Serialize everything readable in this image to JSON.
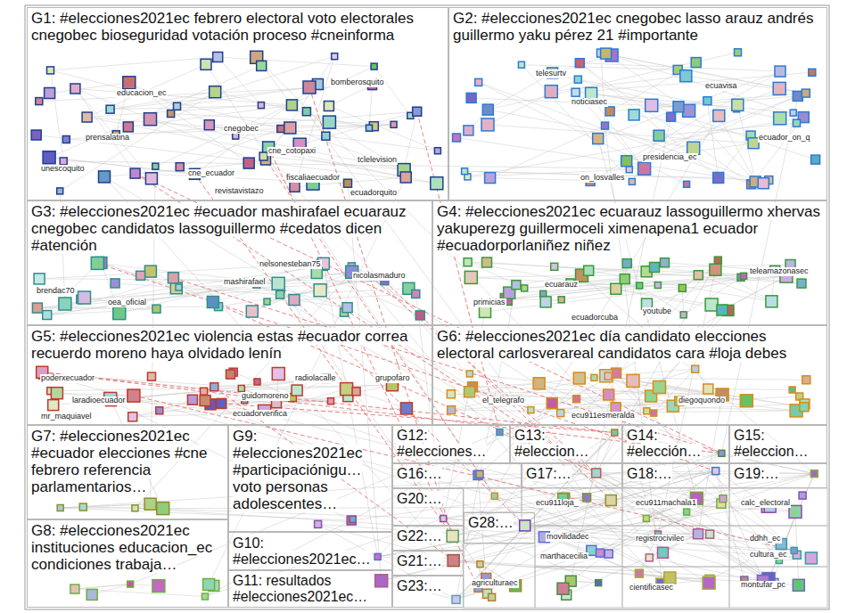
{
  "diagram": {
    "nodes": [
      {
        "text": [
          "G1: #elecciones2021ec febrero electoral voto electorales cnegobec bioseguridad votación proceso #cneinforma"
        ]
      },
      {
        "text": [
          "G2: #elecciones2021ec cnegobec lasso arauz andrés guillermo yaku pérez 21 #importante"
        ]
      },
      {
        "text": [
          "G3: #elecciones2021ec #ecuador mashirafael ecuarauz cnegobec candidatos lassoguillermo #cedatos dicen #atención"
        ]
      },
      {
        "text": [
          "G4: #elecciones2021ec ecuarauz lassoguillermo xhervas yakuperezg guillermoceli ximenapena1 ecuador #ecuadorporlaniñez niñez"
        ]
      },
      {
        "text": [
          "G5: #elecciones2021ec violencia estas #ecuador correa recuerdo moreno haya olvidado lenín"
        ]
      },
      {
        "text": [
          "G6: #elecciones2021ec día candidato elecciones electoral carlosverareal candidatos cara #loja debes"
        ]
      },
      {
        "text": [
          "G7: #elecciones2021ec #ecuador elecciones #cne febrero referencia parlamentarios…"
        ]
      },
      {
        "text": [
          "G8: #elecciones2021ec instituciones educacion_ec condiciones trabaja…"
        ]
      },
      {
        "text": [
          "G9: #elecciones2021ec #participaciónigu… voto personas adolescentes…"
        ]
      },
      {
        "text": [
          "G10: #elecciones2021ec…"
        ]
      },
      {
        "text": [
          "G11: resultados #elecciones2021ec…"
        ]
      },
      {
        "text": [
          "G12: #elecciones…"
        ]
      },
      {
        "text": [
          "G13: #eleccion…"
        ]
      },
      {
        "text": [
          "G14: #elección…"
        ]
      },
      {
        "text": [
          "G15: #eleccion…"
        ]
      },
      {
        "text": [
          "G16:…"
        ]
      },
      {
        "text": [
          "G17:…"
        ]
      },
      {
        "text": [
          "G18:…"
        ]
      },
      {
        "text": [
          "G19:…"
        ]
      },
      {
        "text": [
          "G20:…"
        ]
      },
      {
        "text": [
          "G22:…"
        ]
      },
      {
        "text": [
          "G21:…"
        ]
      },
      {
        "text": [
          "G23:…"
        ]
      },
      {
        "text": [
          "G28:…"
        ]
      }
    ],
    "labels": [
      "bomberosquito",
      "educacion_ec",
      "prensalatina",
      "cnegobec",
      "cne_cotopaxi",
      "tclelevision",
      "unescoquito",
      "cne_ecuador",
      "fiscaliaecuador",
      "revistavistazo",
      "ecuadorquito",
      "telesurtv",
      "ecuavisa",
      "noticiasec",
      "ecuador_on_q",
      "presidencia_ec",
      "on_losvalles",
      "nelsonesteban75",
      "nicolasmaduro",
      "mashirafael",
      "brendac70",
      "oea_oficial",
      "teleamazonasec",
      "ecuarauz",
      "primicias",
      "youtube",
      "ecuadorcuba",
      "poderxecuador",
      "radiolacalle",
      "grupofaro",
      "laradioecuador",
      "guidomoreno",
      "ecuadorverifica",
      "mr_maquiavel",
      "el_telegrafo",
      "diegoquondo",
      "ecu911esmeralda",
      "ecu911loja_",
      "ecu911machala1",
      "calc_electoral",
      "movilidadec",
      "registrocivilec",
      "ddhh_ec",
      "cultura_ec",
      "marthacecilia",
      "agriculturaec",
      "cientificasec",
      "montufar_pc"
    ]
  }
}
